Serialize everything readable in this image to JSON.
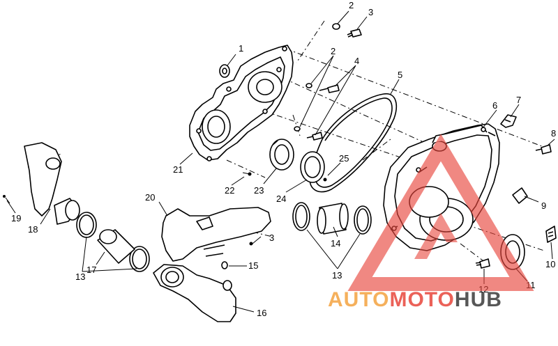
{
  "diagram": {
    "callouts": [
      {
        "id": "c1",
        "label": "1"
      },
      {
        "id": "c2a",
        "label": "2"
      },
      {
        "id": "c2b",
        "label": "2"
      },
      {
        "id": "c3a",
        "label": "3"
      },
      {
        "id": "c3b",
        "label": "3"
      },
      {
        "id": "c4",
        "label": "4"
      },
      {
        "id": "c5",
        "label": "5"
      },
      {
        "id": "c6",
        "label": "6"
      },
      {
        "id": "c7",
        "label": "7"
      },
      {
        "id": "c8",
        "label": "8"
      },
      {
        "id": "c9",
        "label": "9"
      },
      {
        "id": "c10",
        "label": "10"
      },
      {
        "id": "c11",
        "label": "11"
      },
      {
        "id": "c12",
        "label": "12"
      },
      {
        "id": "c13a",
        "label": "13"
      },
      {
        "id": "c13b",
        "label": "13"
      },
      {
        "id": "c14",
        "label": "14"
      },
      {
        "id": "c15",
        "label": "15"
      },
      {
        "id": "c16",
        "label": "16"
      },
      {
        "id": "c17",
        "label": "17"
      },
      {
        "id": "c18",
        "label": "18"
      },
      {
        "id": "c19",
        "label": "19"
      },
      {
        "id": "c20",
        "label": "20"
      },
      {
        "id": "c21",
        "label": "21"
      },
      {
        "id": "c22",
        "label": "22"
      },
      {
        "id": "c23",
        "label": "23"
      },
      {
        "id": "c24",
        "label": "24"
      },
      {
        "id": "c25",
        "label": "25"
      }
    ]
  },
  "watermark": {
    "part1": "AUTO",
    "part2": "MOTO",
    "part3": "HUB",
    "colors": {
      "orange": "#f4a340",
      "red": "#e8463c",
      "dark": "#3a3a3a"
    }
  }
}
